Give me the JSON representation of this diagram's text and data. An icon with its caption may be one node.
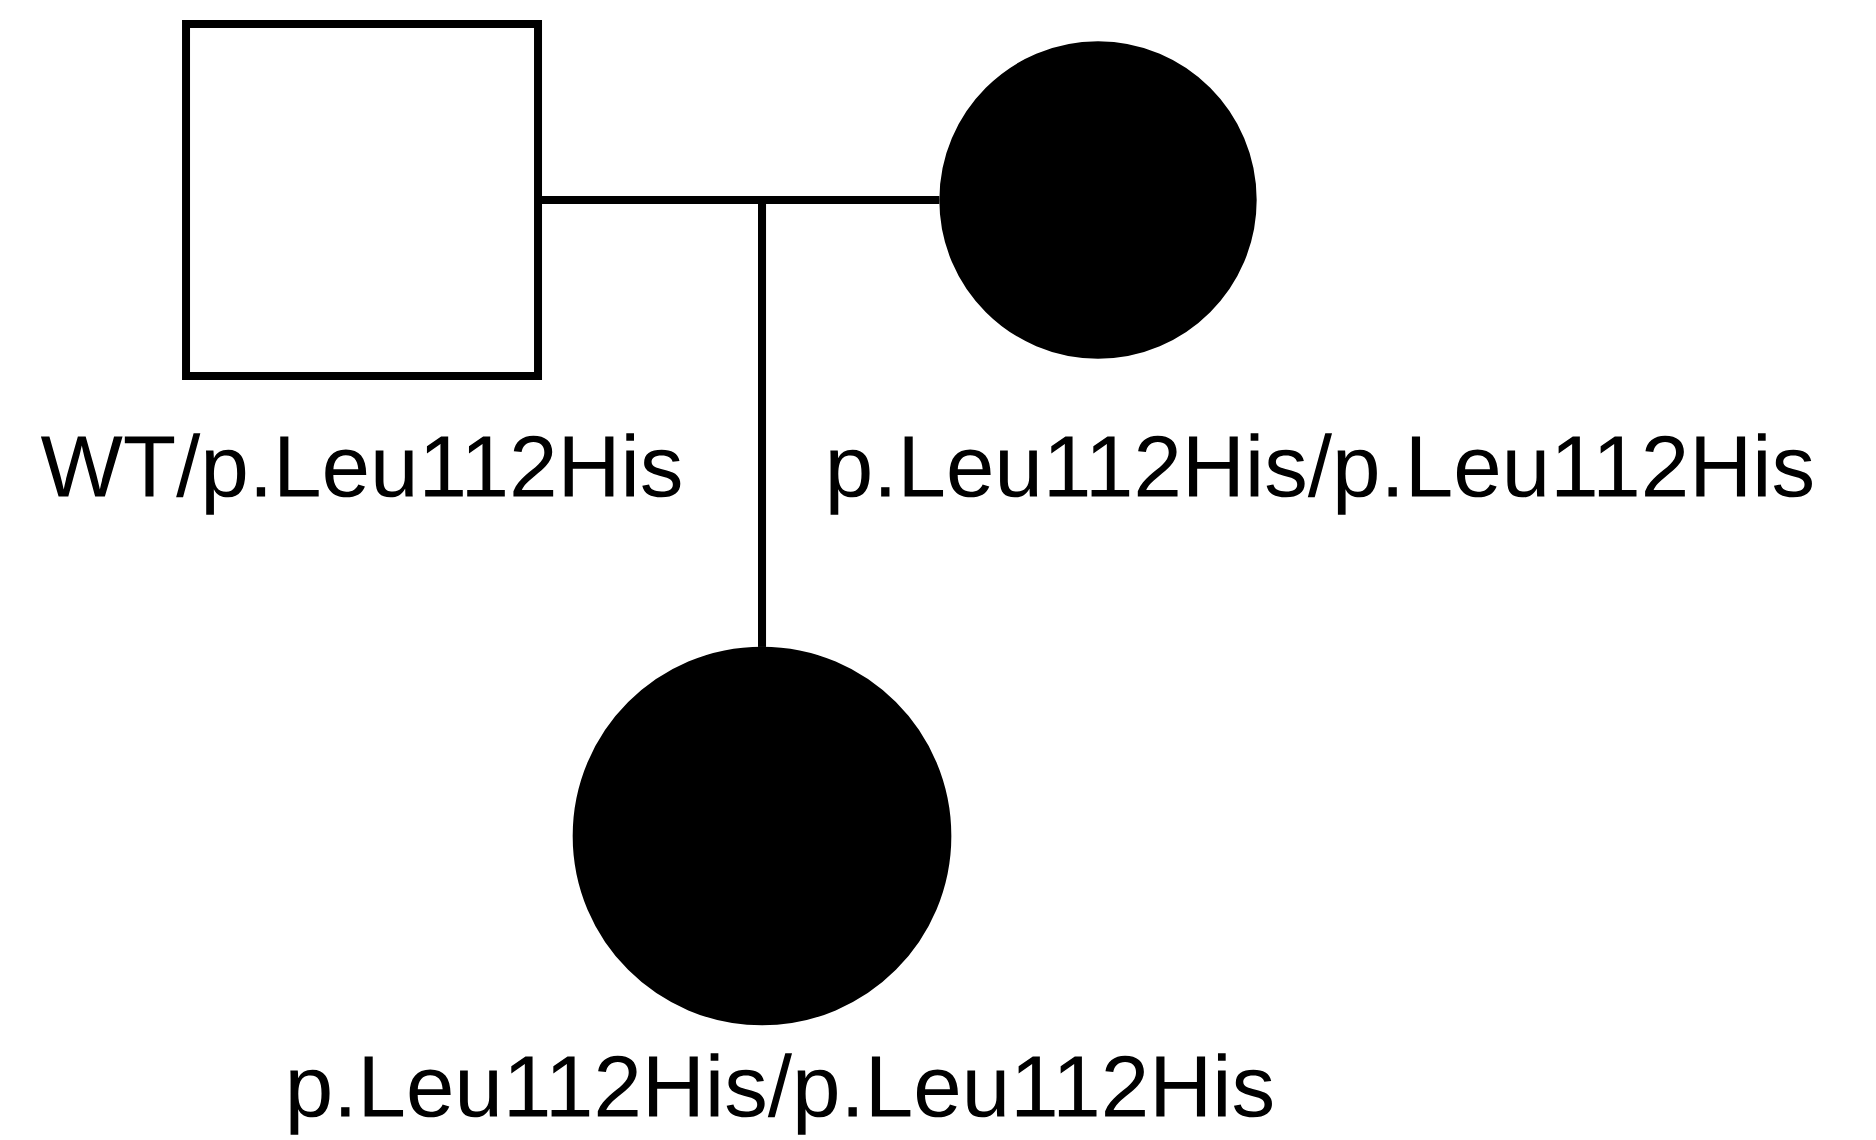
{
  "diagram": {
    "nodes": [
      {
        "text": [],
        "shape": "box",
        "beside": [
          "WT/p.Leu112His"
        ]
      },
      {
        "text": [],
        "shape": "circle",
        "beside": [
          "p.Leu112His/p.Leu112His"
        ]
      },
      {
        "text": [],
        "shape": "circle",
        "beside": [
          "p.Leu112His/p.Leu112His"
        ]
      }
    ],
    "edges": [
      {
        "from": 0,
        "to": 2,
        "arrow": "none"
      },
      {
        "from": 1,
        "to": 2,
        "arrow": "none"
      }
    ]
  }
}
